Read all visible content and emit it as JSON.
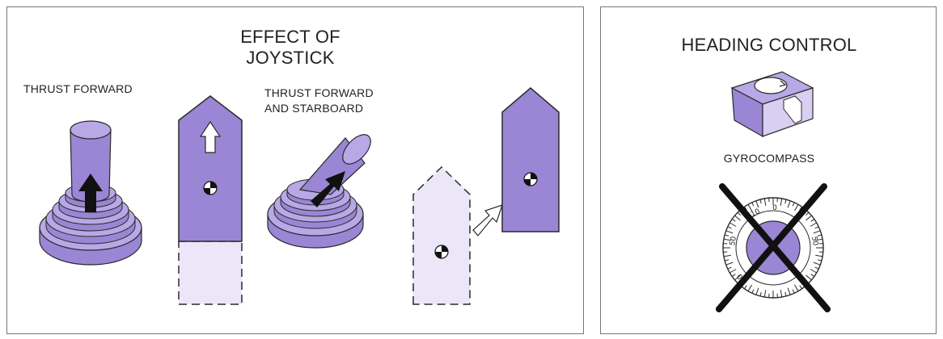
{
  "left_panel": {
    "title_line1": "EFFECT OF",
    "title_line2": "JOYSTICK",
    "label_forward": "THRUST FORWARD",
    "label_fs_line1": "THRUST FORWARD",
    "label_fs_line2": "AND STARBOARD"
  },
  "right_panel": {
    "title": "HEADING CONTROL",
    "gyro_label": "GYROCOMPASS",
    "dial_marks": [
      "0",
      "10",
      "50",
      "50",
      "80"
    ]
  },
  "colors": {
    "purple": "#9a86d4",
    "purple_dark": "#5e4a9e",
    "purple_light": "#b8a8e6",
    "ghost_hull": "#ece7f8",
    "outline": "#2a2a2a"
  }
}
